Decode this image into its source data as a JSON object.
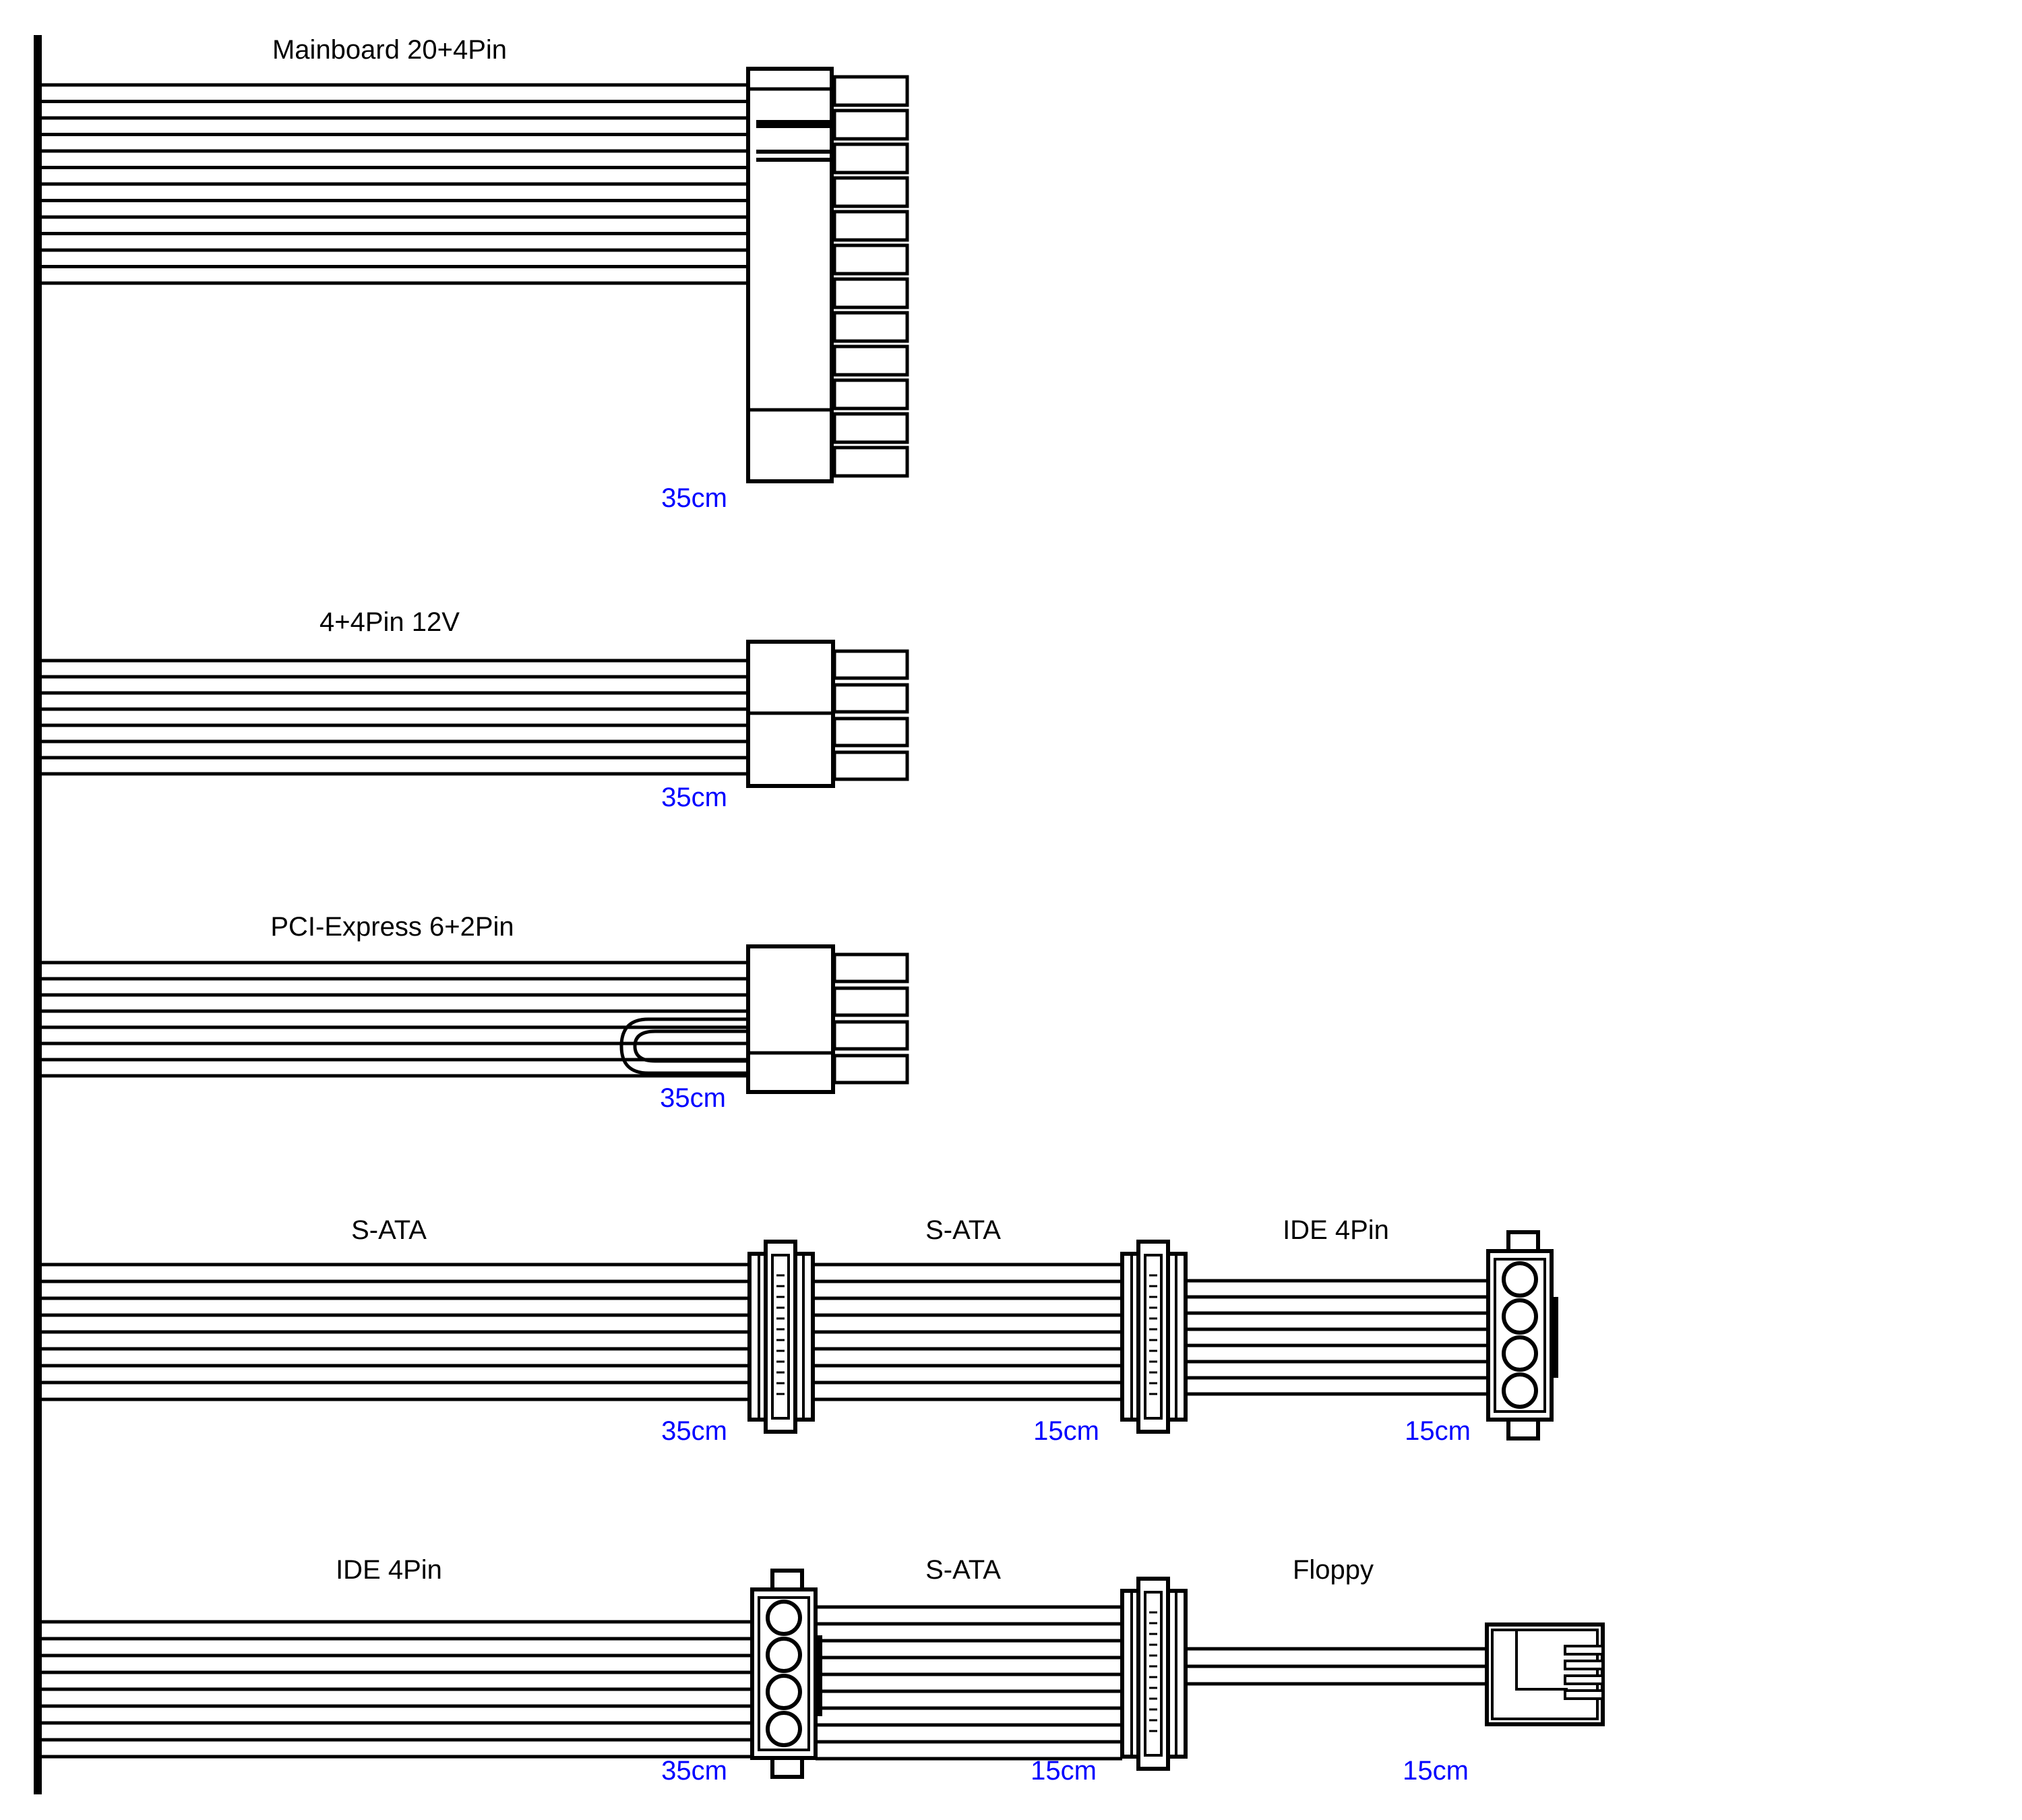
{
  "colors": {
    "line": "#000000",
    "length_label": "#0000ff",
    "background": "#ffffff"
  },
  "cables": [
    {
      "label": "Mainboard 20+4Pin",
      "length": "35cm"
    },
    {
      "label": "4+4Pin 12V",
      "length": "35cm"
    },
    {
      "label": "PCI-Express 6+2Pin",
      "length": "35cm"
    },
    {
      "segments": [
        {
          "label": "S-ATA",
          "length": "35cm"
        },
        {
          "label": "S-ATA",
          "length": "15cm"
        },
        {
          "label": "IDE 4Pin",
          "length": "15cm"
        }
      ]
    },
    {
      "segments": [
        {
          "label": "IDE 4Pin",
          "length": "35cm"
        },
        {
          "label": "S-ATA",
          "length": "15cm"
        },
        {
          "label": "Floppy",
          "length": "15cm"
        }
      ]
    }
  ]
}
